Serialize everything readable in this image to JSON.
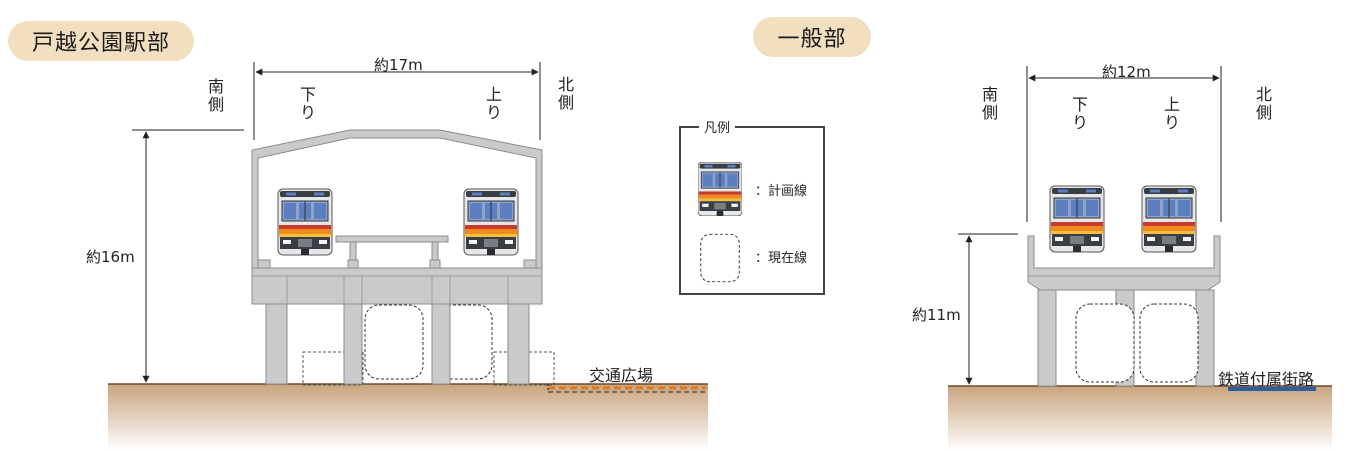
{
  "toda": {
    "title": "戸越公園駅部",
    "width_label": "約17m",
    "height_label": "約16m",
    "south": "南側",
    "north": "北側",
    "down": "下り",
    "up": "上り",
    "plaza": "交通広場"
  },
  "general": {
    "title": "一般部",
    "width_label": "約12m",
    "height_label": "約11m",
    "south": "南側",
    "north": "北側",
    "down": "下り",
    "up": "上り",
    "road": "鉄道付属街路"
  },
  "legend": {
    "title": "凡例",
    "planned": "：計画線",
    "current": "：現在線"
  },
  "colors": {
    "ground": "#c9a47e",
    "structure": "#c8cacc",
    "label_pill": "#f2dfbf",
    "plaza_line": "#e07a1e",
    "road_line": "#2a5ea8",
    "train_band_orange": "#f08a1c",
    "train_window": "#5b7fc0"
  }
}
